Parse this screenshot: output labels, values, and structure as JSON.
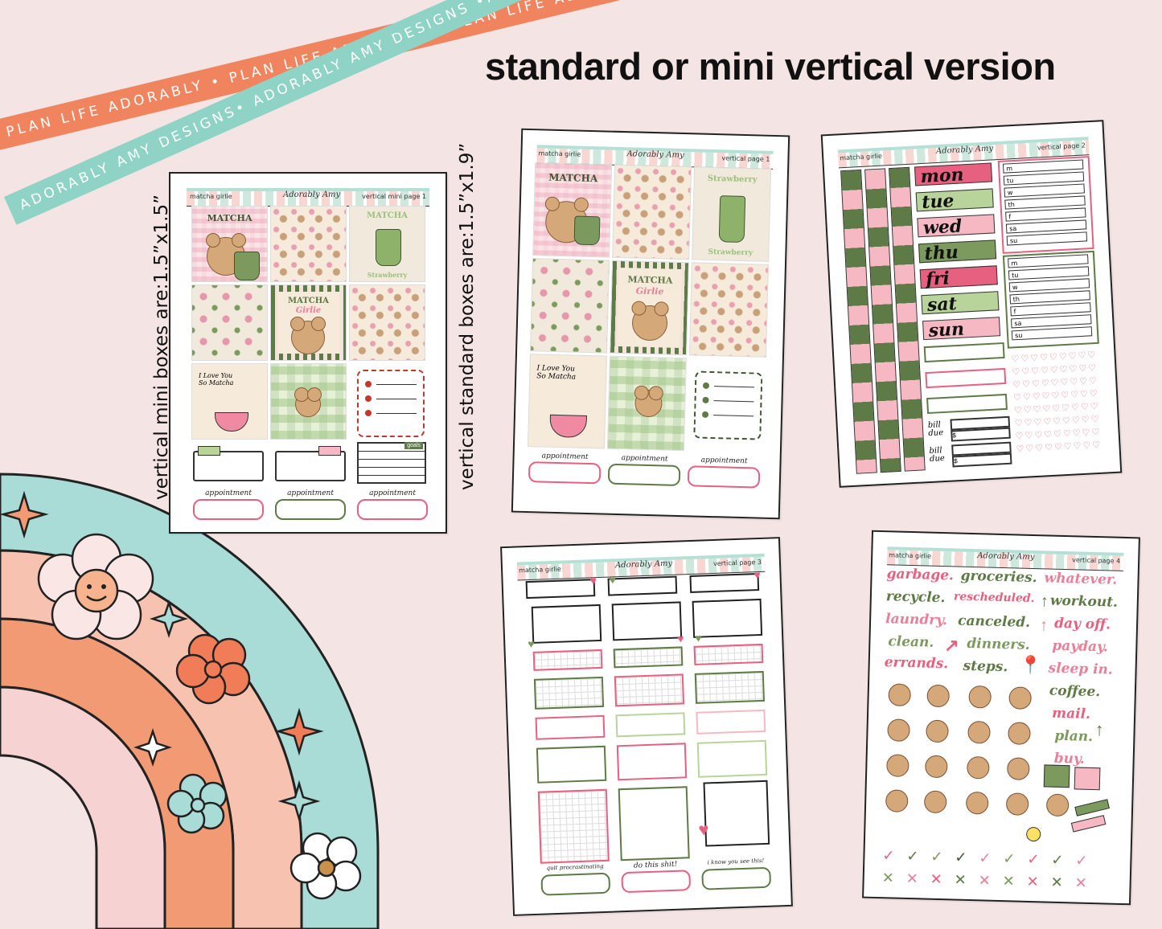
{
  "headline": "standard or mini vertical version",
  "ribbons": {
    "orange_text": "PLAN LIFE ADORABLY • PLAN LIFE ADORABLY • PLAN LIFE ADORABLY",
    "teal_text": "ADORABLY AMY DESIGNS• ADORABLY AMY DESIGNS •AD"
  },
  "labels": {
    "mini": "vertical mini boxes are:1.5”x1.5”",
    "standard": "vertical standard boxes are:1.5”x1.9”"
  },
  "sheet_common": {
    "kit_name": "matcha girlie",
    "brand": "Adorably Amy"
  },
  "mini_sheet": {
    "page": "vertical mini page 1",
    "tile_matcha": "MATCHA",
    "tile_strawberry": "Strawberry",
    "tile_matcha_girlie": "MATCHA",
    "tile_girlie": "Girlie",
    "tile_love": "I Love You So Matcha",
    "goals": "goals",
    "appointments": [
      "appointment",
      "appointment",
      "appointment"
    ]
  },
  "standard_sheet": {
    "page": "vertical page 1",
    "tile_matcha": "MATCHA",
    "tile_strawberry": "Strawberry",
    "tile_matcha_girlie": "MATCHA",
    "tile_girlie": "Girlie",
    "tile_love": "I Love You So Matcha",
    "appointments": [
      "appointment",
      "appointment",
      "appointment"
    ]
  },
  "page2": {
    "page": "vertical page 2",
    "days": [
      "mon",
      "tue",
      "wed",
      "thu",
      "fri",
      "sat",
      "sun"
    ],
    "week_letters": [
      "m",
      "tu",
      "w",
      "th",
      "f",
      "sa",
      "su"
    ],
    "bill_due": [
      "bill due",
      "bill due"
    ],
    "currency": "$"
  },
  "page3": {
    "page": "vertical page 3",
    "footers": [
      "quit procrastinating",
      "do this shit!",
      "i know you see this!"
    ]
  },
  "page4": {
    "page": "vertical page 4",
    "words_col1": [
      "garbage.",
      "recycle.",
      "laundry.",
      "clean.",
      "errands."
    ],
    "words_col2": [
      "groceries.",
      "rescheduled.",
      "canceled.",
      "dinners.",
      "steps."
    ],
    "words_col3": [
      "whatever.",
      "workout.",
      "day off.",
      "payday.",
      "sleep in.",
      "coffee.",
      "mail.",
      "plan.",
      "buy."
    ]
  },
  "colors": {
    "pink": "#e8607f",
    "light_pink": "#f6b9c3",
    "green": "#5e7a46",
    "light_green": "#b8d49a",
    "orange": "#f0845e",
    "teal": "#8fd3c7",
    "background": "#f5e4e4"
  },
  "icons": [
    "smiley-flower-icon",
    "flower-icon",
    "sparkle-icon",
    "heart-icon",
    "arrow-icon",
    "pushpin-icon",
    "checkmark-icon",
    "x-mark-icon"
  ]
}
